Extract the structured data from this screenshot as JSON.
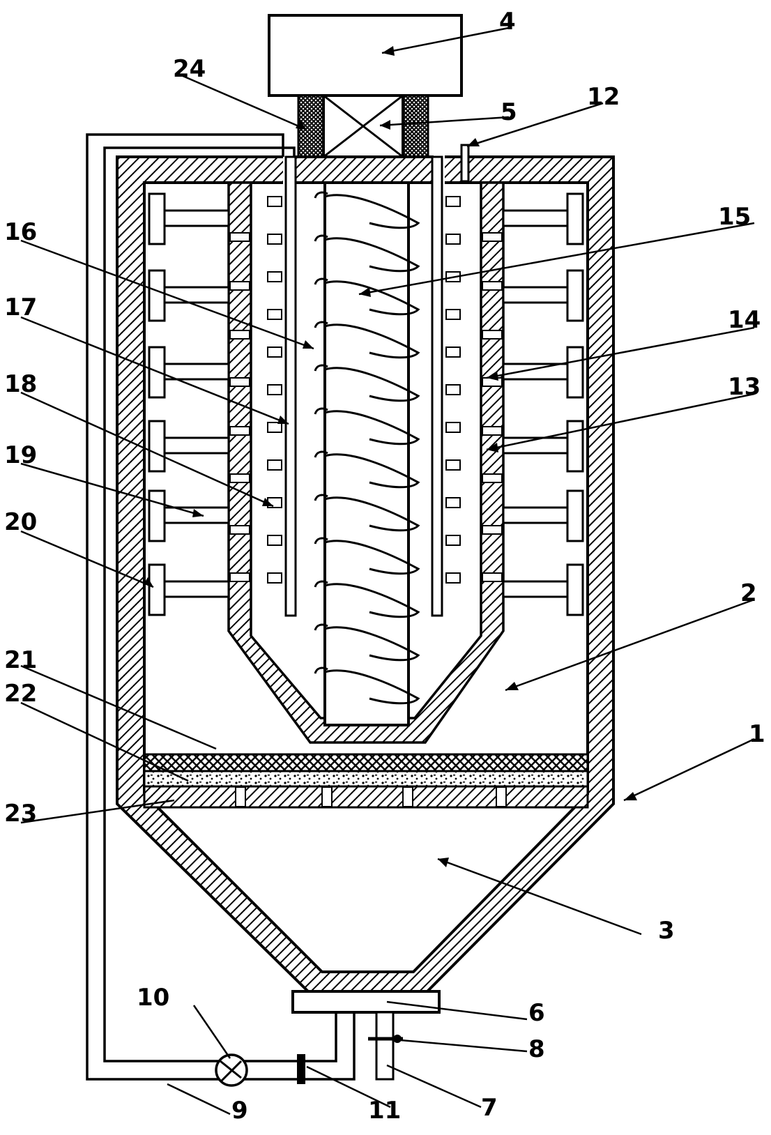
{
  "colors": {
    "line": "#000000",
    "background": "#ffffff",
    "hatch": "#000000"
  },
  "labels": {
    "l1": "1",
    "l2": "2",
    "l3": "3",
    "l4": "4",
    "l5": "5",
    "l6": "6",
    "l7": "7",
    "l8": "8",
    "l9": "9",
    "l10": "10",
    "l11": "11",
    "l12": "12",
    "l13": "13",
    "l14": "14",
    "l15": "15",
    "l16": "16",
    "l17": "17",
    "l18": "18",
    "l19": "19",
    "l20": "20",
    "l21": "21",
    "l22": "22",
    "l23": "23",
    "l24": "24"
  }
}
